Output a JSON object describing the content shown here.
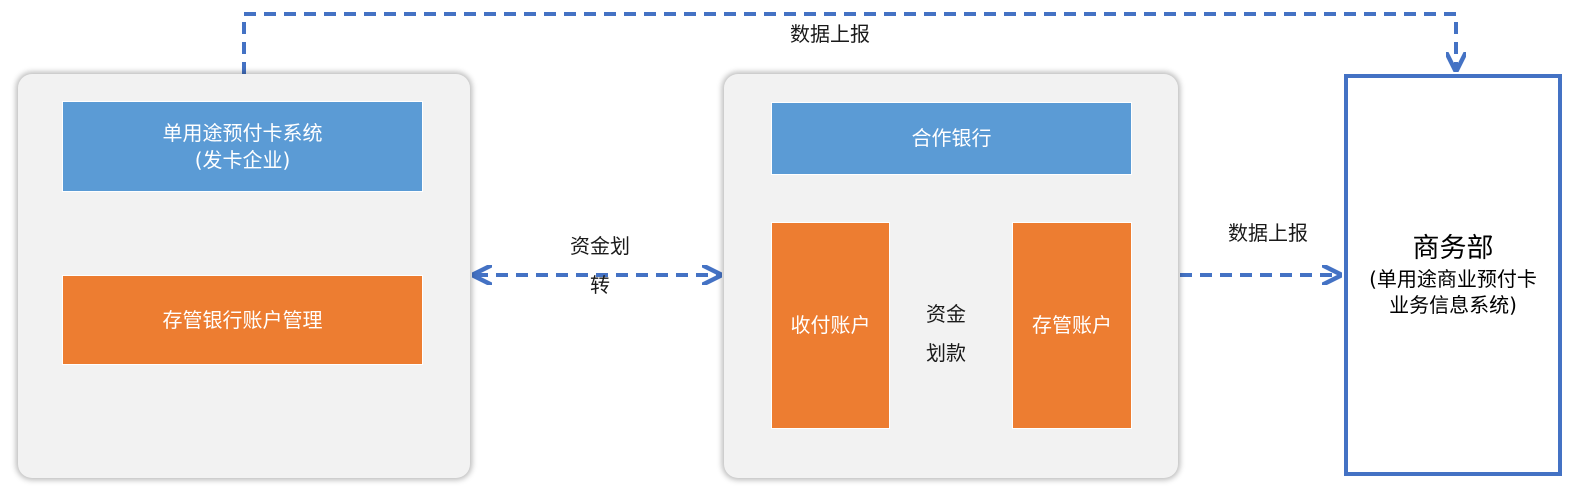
{
  "colors": {
    "accent_blue": "#5b9bd5",
    "accent_orange": "#ed7d31",
    "connector_blue": "#4472c4",
    "panel_bg": "#f2f2f2"
  },
  "issuer": {
    "system_line1": "单用途预付卡系统",
    "system_line2": "(发卡企业)",
    "custody_mgmt": "存管银行账户管理"
  },
  "bank": {
    "title": "合作银行",
    "collection_account": "收付账户",
    "custody_account": "存管账户",
    "inner_transfer_line1": "资金",
    "inner_transfer_line2": "划款"
  },
  "transfer_label_line1": "资金划",
  "transfer_label_line2": "转",
  "report_top": "数据上报",
  "report_right": "数据上报",
  "mofcom": {
    "title": "商务部",
    "subtitle_line1": "(单用途商业预付卡",
    "subtitle_line2": "业务信息系统)"
  }
}
